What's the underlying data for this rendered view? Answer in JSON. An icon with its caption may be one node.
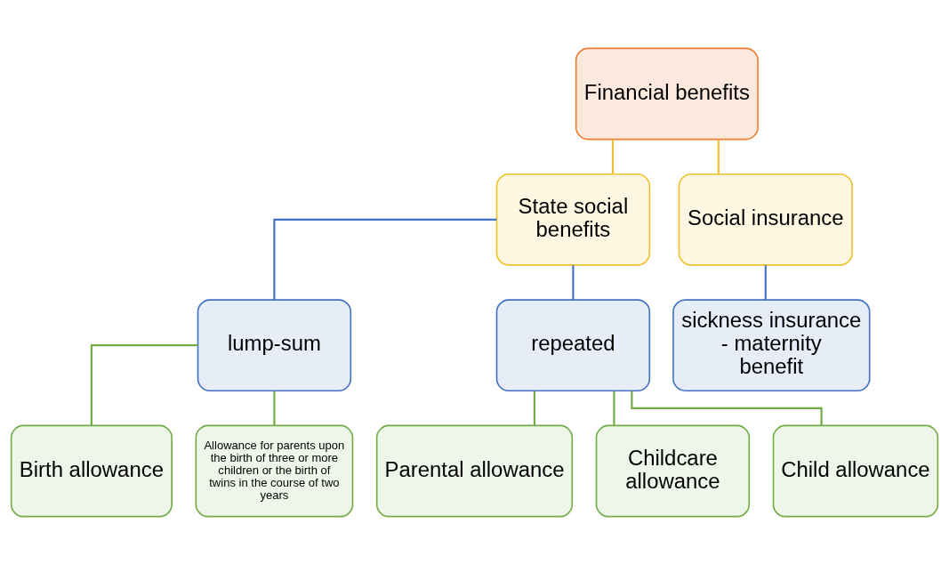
{
  "diagram": {
    "nodes": [
      {
        "text": [
          "Financial benefits"
        ]
      },
      {
        "text": [
          "State social benefits"
        ]
      },
      {
        "text": [
          "Social insurance"
        ]
      },
      {
        "text": [
          "lump-sum"
        ]
      },
      {
        "text": [
          "repeated"
        ]
      },
      {
        "text": [
          "sickness insurance - maternity benefit"
        ]
      },
      {
        "text": [
          "Birth allowance"
        ]
      },
      {
        "text": [
          "Allowance for parents upon the birth of three or more children or the birth of twins in the course of two years"
        ]
      },
      {
        "text": [
          "Parental allowance"
        ]
      },
      {
        "text": [
          "Childcare allowance"
        ]
      },
      {
        "text": [
          "Child allowance"
        ]
      }
    ],
    "edges": [
      {
        "from": 0,
        "to": 1,
        "arrow": "none",
        "color": "#f2c12e"
      },
      {
        "from": 0,
        "to": 2,
        "arrow": "none",
        "color": "#f2c12e"
      },
      {
        "from": 1,
        "to": 3,
        "arrow": "none",
        "color": "#4472c4"
      },
      {
        "from": 1,
        "to": 4,
        "arrow": "none",
        "color": "#4472c4"
      },
      {
        "from": 2,
        "to": 5,
        "arrow": "none",
        "color": "#4472c4"
      },
      {
        "from": 3,
        "to": 6,
        "arrow": "none"
      },
      {
        "from": 3,
        "to": 7,
        "arrow": "none"
      },
      {
        "from": 4,
        "to": 8,
        "arrow": "none"
      },
      {
        "from": 4,
        "to": 9,
        "arrow": "none"
      },
      {
        "from": 4,
        "to": 10,
        "arrow": "none"
      }
    ]
  }
}
